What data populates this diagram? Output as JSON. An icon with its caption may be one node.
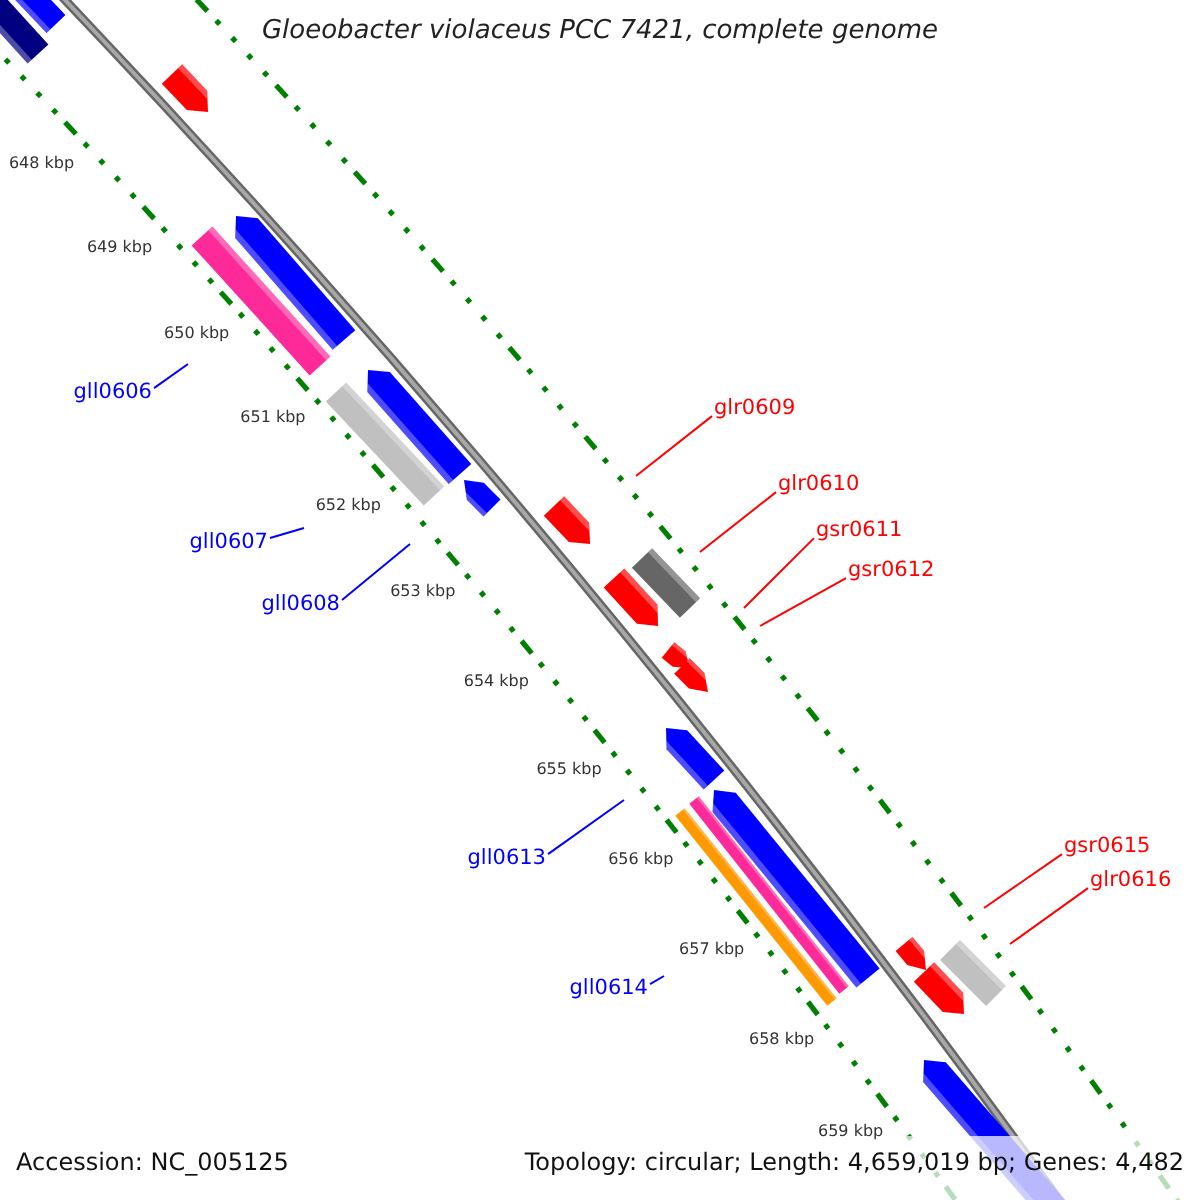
{
  "diagram": {
    "title": "Gloeobacter violaceus PCC 7421, complete genome",
    "nodes": [
      {
        "text": [
          "gll0606"
        ]
      },
      {
        "text": [
          "gll0607"
        ]
      },
      {
        "text": [
          "gll0608"
        ]
      },
      {
        "text": [
          "glr0609"
        ]
      },
      {
        "text": [
          "glr0610"
        ]
      },
      {
        "text": [
          "gsr0611"
        ]
      },
      {
        "text": [
          "gsr0612"
        ]
      },
      {
        "text": [
          "gll0613"
        ]
      },
      {
        "text": [
          "gll0614"
        ]
      },
      {
        "text": [
          "gsr0615"
        ]
      },
      {
        "text": [
          "glr0616"
        ]
      }
    ],
    "edges": [
      {
        "from": 0,
        "to": null,
        "arrow": "none",
        "color": "#0000ff"
      },
      {
        "from": 1,
        "to": null,
        "arrow": "none",
        "color": "#0000ff"
      },
      {
        "from": 2,
        "to": null,
        "arrow": "none",
        "color": "#0000ff"
      },
      {
        "from": 3,
        "to": null,
        "arrow": "none"
      },
      {
        "from": 4,
        "to": null,
        "arrow": "none"
      },
      {
        "from": 5,
        "to": null,
        "arrow": "none"
      },
      {
        "from": 6,
        "to": null,
        "arrow": "none"
      },
      {
        "from": 7,
        "to": null,
        "arrow": "none",
        "color": "#0000ff"
      },
      {
        "from": 8,
        "to": null,
        "arrow": "none",
        "color": "#0000ff"
      },
      {
        "from": 9,
        "to": null,
        "arrow": "none"
      },
      {
        "from": 10,
        "to": null,
        "arrow": "none"
      }
    ],
    "labels": [
      "648 kbp",
      "649 kbp",
      "650 kbp",
      "651 kbp",
      "652 kbp",
      "653 kbp",
      "654 kbp",
      "655 kbp",
      "656 kbp",
      "657 kbp",
      "658 kbp",
      "659 kbp",
      "Accession: NC_005125",
      "Topology: circular; Length: 4,659,019 bp; Genes: 4,482"
    ]
  }
}
